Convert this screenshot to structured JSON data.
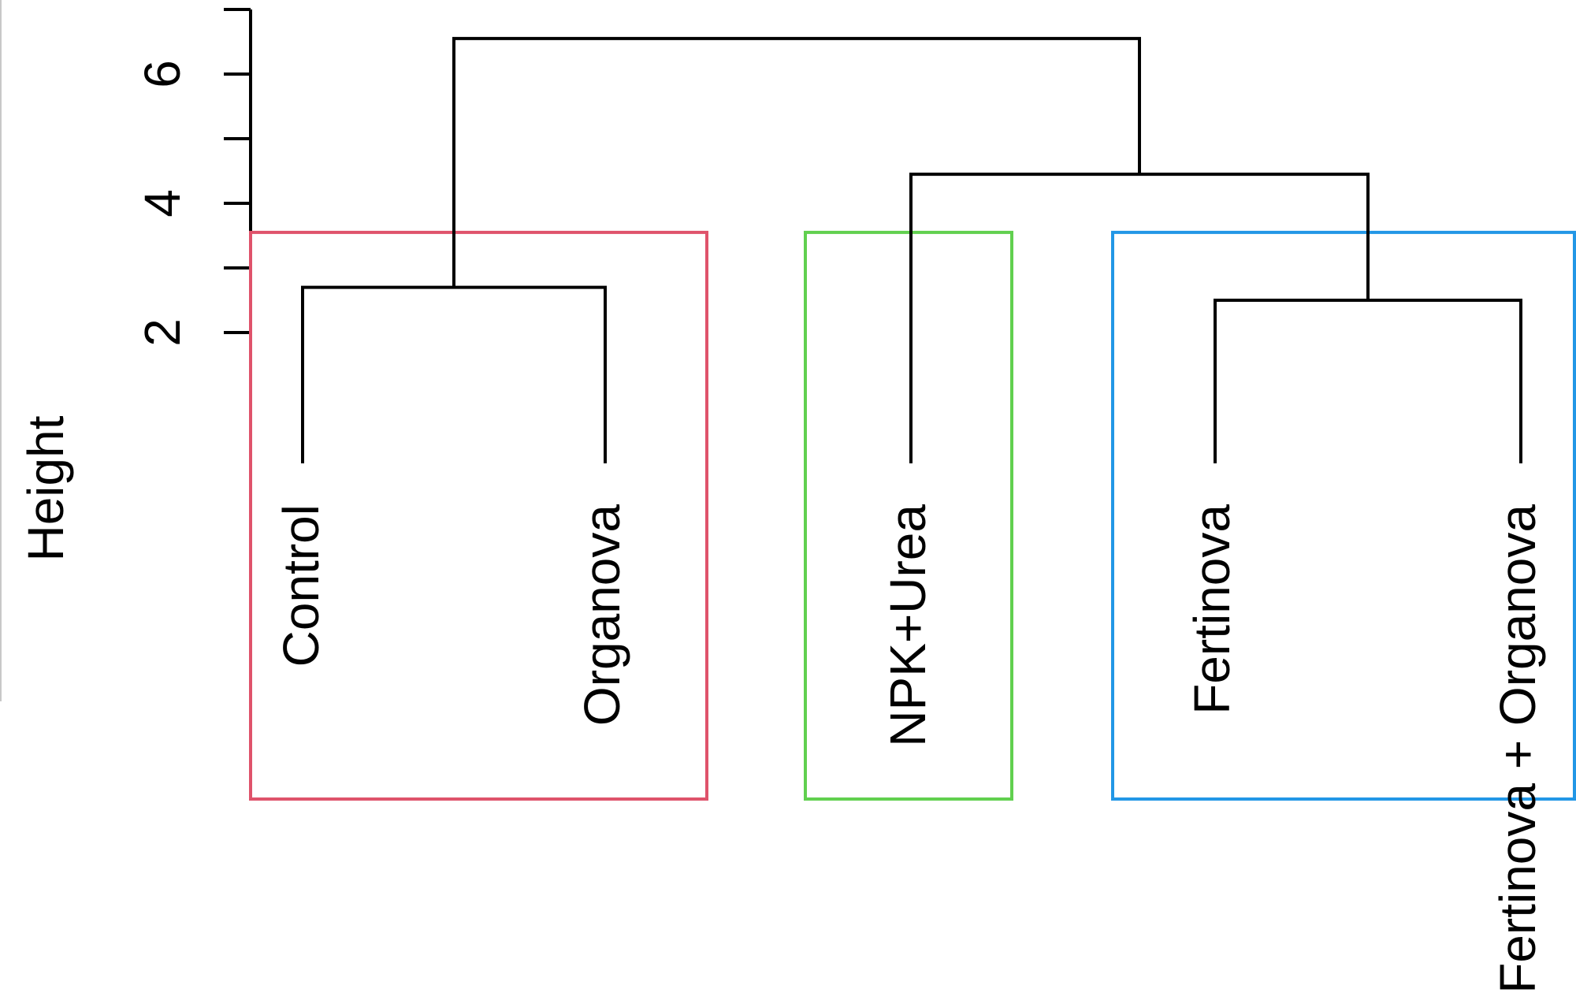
{
  "chart_data": {
    "type": "dendrogram",
    "ylabel": "Height",
    "y_ticks": [
      2,
      4,
      6
    ],
    "y_minor_ticks": [
      3,
      5,
      7
    ],
    "y_range": [
      2,
      7
    ],
    "leaves": [
      "Control",
      "Organova",
      "NPK+Urea",
      "Fertinova",
      "Fertinova + Organova"
    ],
    "merges": [
      {
        "left": "Fertinova",
        "right": "Fertinova + Organova",
        "height": 2.5
      },
      {
        "left": "Control",
        "right": "Organova",
        "height": 2.7
      },
      {
        "left": "NPK+Urea",
        "right": "Fertinova | Fertinova + Organova",
        "height": 4.45
      },
      {
        "left": "Control | Organova",
        "right": "NPK+Urea | Fertinova | Fertinova + Organova",
        "height": 6.55
      }
    ],
    "cluster_cut_height": 3.55,
    "clusters": [
      {
        "members": [
          "Control",
          "Organova"
        ],
        "color": "#df536b"
      },
      {
        "members": [
          "NPK+Urea"
        ],
        "color": "#61d04f"
      },
      {
        "members": [
          "Fertinova",
          "Fertinova + Organova"
        ],
        "color": "#2297e6"
      }
    ],
    "line_color": "#000000"
  }
}
